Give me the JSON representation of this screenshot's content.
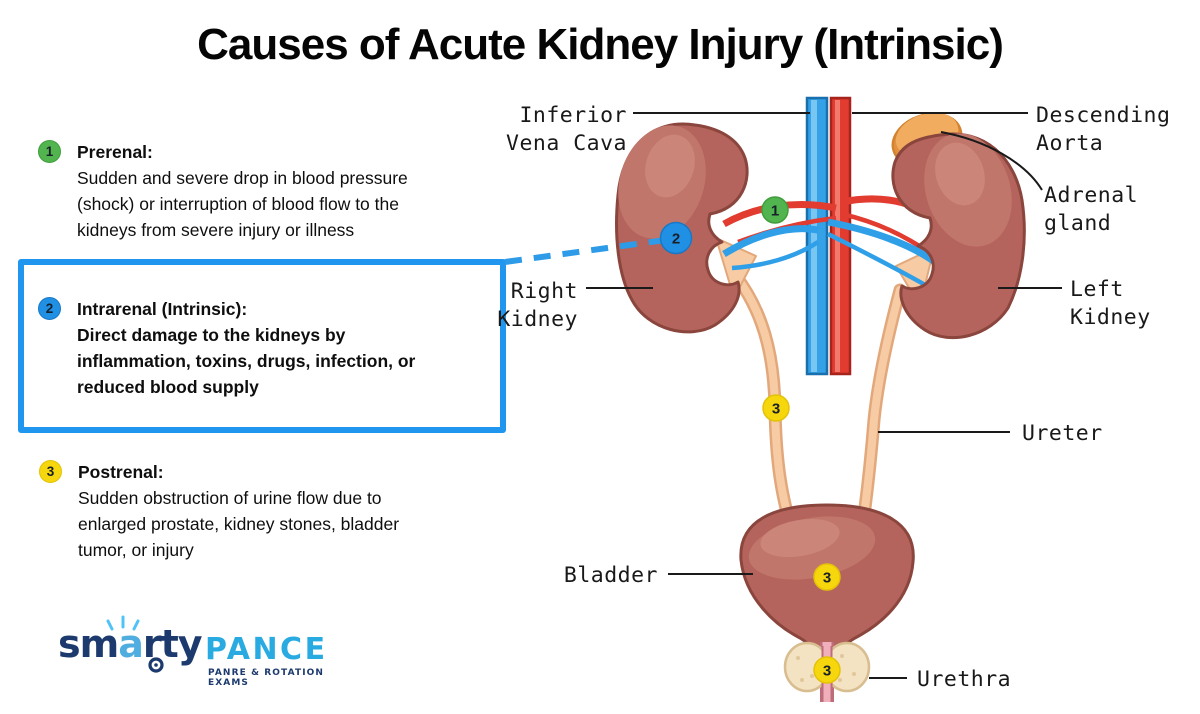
{
  "title": "Causes of Acute Kidney Injury (Intrinsic)",
  "causes": [
    {
      "num": "1",
      "heading": "Prerenal:",
      "lines": [
        "Sudden and severe drop in blood pressure",
        "(shock) or interruption of blood flow to the",
        "kidneys from severe injury or illness"
      ]
    },
    {
      "num": "2",
      "heading": "Intrarenal (Intrinsic):",
      "lines": [
        "Direct damage to the kidneys by",
        "inflammation, toxins, drugs, infection, or",
        "reduced blood supply"
      ]
    },
    {
      "num": "3",
      "heading": "Postrenal:",
      "lines": [
        "Sudden obstruction of urine flow due to",
        "enlarged prostate, kidney stones, bladder",
        "tumor, or injury"
      ]
    }
  ],
  "diagram": {
    "labels": {
      "inferior_line1": "Inferior",
      "inferior_line2": "Vena Cava",
      "aorta_line1": "Descending",
      "aorta_line2": "Aorta",
      "adrenal_line1": "Adrenal",
      "adrenal_line2": "gland",
      "right_kidney_line1": "Right",
      "right_kidney_line2": "Kidney",
      "left_kidney_line1": "Left",
      "left_kidney_line2": "Kidney",
      "ureter": "Ureter",
      "bladder": "Bladder",
      "urethra": "Urethra"
    },
    "badges": {
      "prerenal": "1",
      "intrarenal": "2",
      "postrenal_ureter": "3",
      "postrenal_bladder": "3",
      "postrenal_urethra": "3"
    }
  },
  "logo": {
    "part1": "sm",
    "part2": "a",
    "part3": "rty",
    "name2": "PANCE",
    "tagline": "PANRE & ROTATION EXAMS"
  },
  "colors": {
    "highlight_box": "#2196EE",
    "badge_green": "#52B44E",
    "badge_blue": "#2090E5",
    "badge_yellow": "#F6D60C",
    "vein_blue": "#35A2E8",
    "artery_red": "#E23B30",
    "kidney": "#B4645C",
    "ureter": "#F7CBA3",
    "logo_navy": "#1C3A6D",
    "logo_blue": "#29ABE2"
  }
}
